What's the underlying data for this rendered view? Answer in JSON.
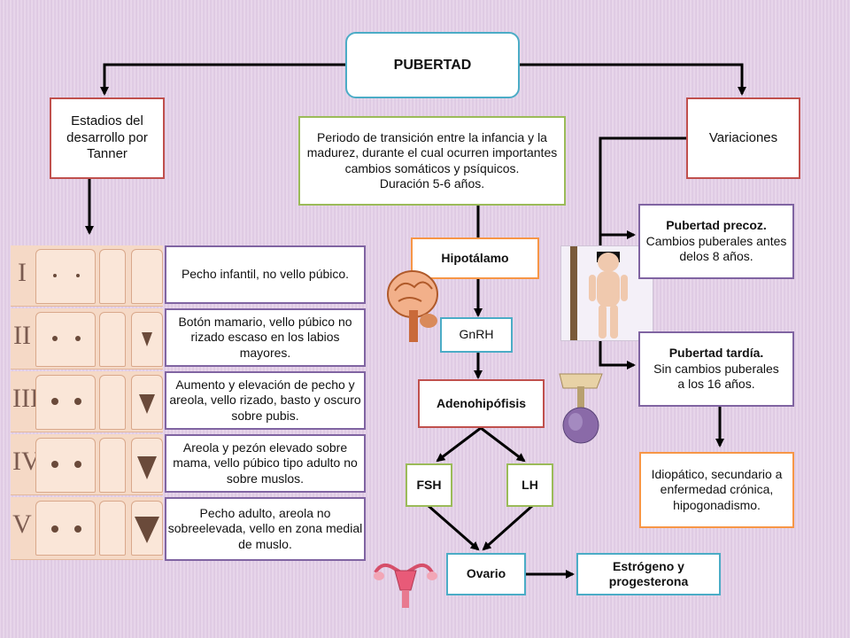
{
  "title": "PUBERTAD",
  "definition": "Periodo de transición entre la infancia y la madurez, durante el cual ocurren importantes cambios somáticos y psíquicos.\nDuración 5-6 años.",
  "tanner": {
    "header": "Estadios del desarrollo por Tanner",
    "stages": [
      {
        "numeral": "I",
        "text": "Pecho infantil, no vello púbico."
      },
      {
        "numeral": "II",
        "text": "Botón mamario, vello púbico no rizado escaso en los labios mayores."
      },
      {
        "numeral": "III",
        "text": "Aumento y elevación de pecho y areola, vello rizado, basto y oscuro sobre pubis."
      },
      {
        "numeral": "IV",
        "text": "Areola y pezón elevado sobre mama, vello púbico tipo adulto no sobre muslos."
      },
      {
        "numeral": "V",
        "text": "Pecho adulto, areola no sobreelevada, vello en zona medial de muslo."
      }
    ]
  },
  "axis": {
    "hipotalamo": "Hipotálamo",
    "gnrh": "GnRH",
    "adenohipofisis": "Adenohipófisis",
    "fsh": "FSH",
    "lh": "LH",
    "ovario": "Ovario",
    "estrogeno": "Estrógeno y progesterona"
  },
  "variaciones": {
    "header": "Variaciones",
    "precoz_title": "Pubertad precoz.",
    "precoz_text": "Cambios puberales antes delos 8 años.",
    "tardia_title": "Pubertad tardía.",
    "tardia_text": "Sin cambios puberales a los 16 años.",
    "causas": "Idiopático, secundario a enfermedad crónica, hipogonadismo."
  }
}
